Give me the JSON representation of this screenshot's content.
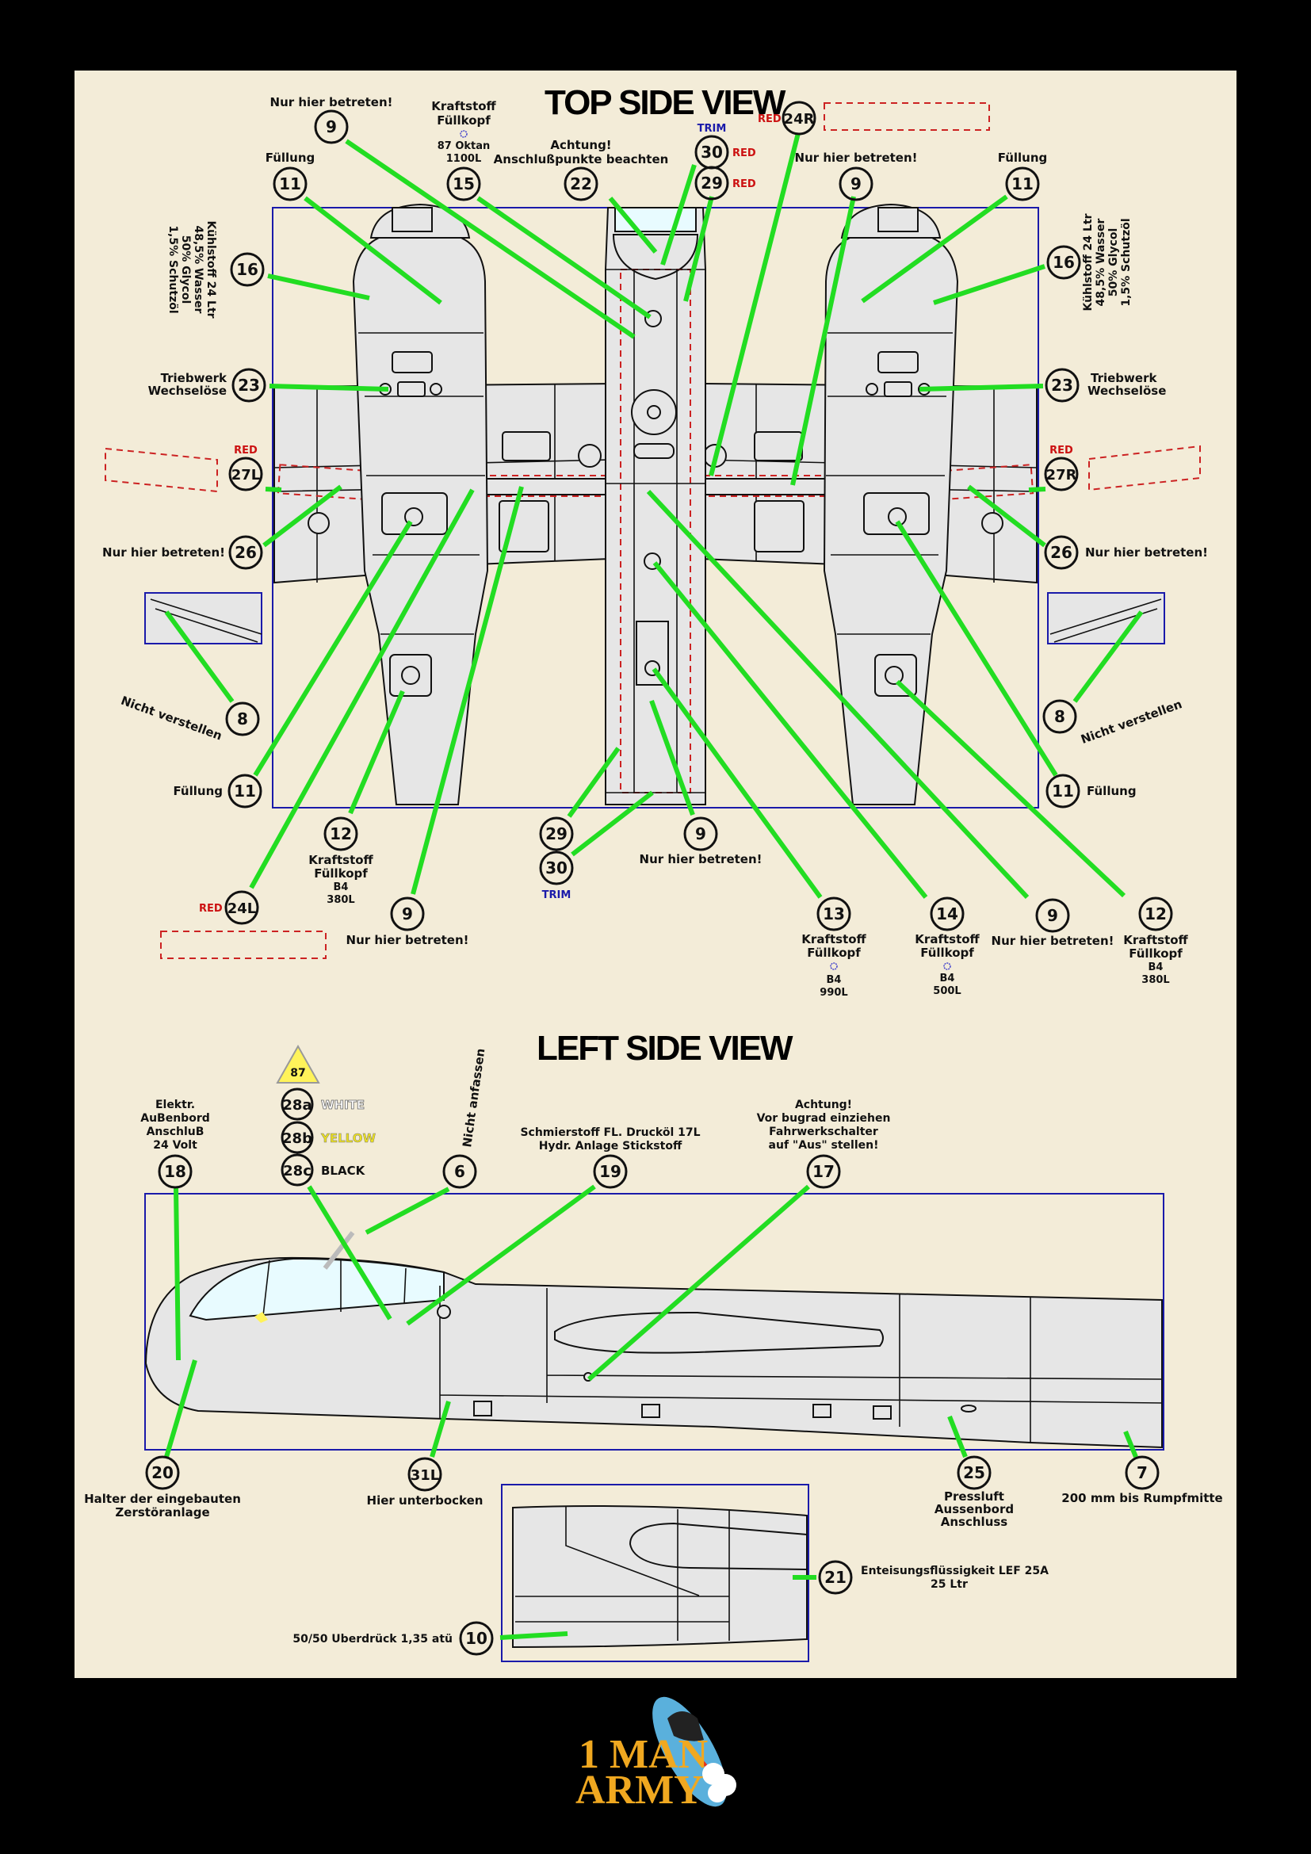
{
  "titles": {
    "top": "TOP SIDE VIEW",
    "left": "LEFT SIDE VIEW"
  },
  "colors": {
    "background": "#000000",
    "sheet": "#f3ecd8",
    "leader": "#22dd22",
    "frame": "#1a1aaa",
    "red_marker": "#cc1111",
    "trim": "#1a1aaa",
    "panel": "#e6e6e6"
  },
  "top_view": {
    "callouts": [
      {
        "num": "9",
        "text": [
          "Nur hier betreten!"
        ]
      },
      {
        "num": "15",
        "text": [
          "Kraftstoff",
          "Füllkopf",
          "87 Oktan",
          "1100L"
        ]
      },
      {
        "num": "11",
        "text": [
          "Füllung"
        ]
      },
      {
        "num": "22",
        "text": [
          "Achtung!",
          "Anschlußpunkte beachten"
        ]
      },
      {
        "num": "30",
        "tag": "RED",
        "subtag": "TRIM"
      },
      {
        "num": "29",
        "tag": "RED"
      },
      {
        "num": "24R",
        "tag": "RED"
      },
      {
        "num": "9",
        "text": [
          "Nur hier betreten!"
        ]
      },
      {
        "num": "11",
        "text": [
          "Füllung"
        ]
      },
      {
        "num": "16",
        "text": [
          "Kühlstoff 24 Ltr",
          "48,5% Wasser",
          "50% Glycol",
          "1,5% Schutzöl"
        ]
      },
      {
        "num": "16",
        "text": [
          "Kühlstoff 24 Ltr",
          "48,5% Wasser",
          "50% Glycol",
          "1,5% Schutzöl"
        ]
      },
      {
        "num": "23",
        "text": [
          "Triebwerk",
          "Wechselöse"
        ]
      },
      {
        "num": "23",
        "text": [
          "Triebwerk",
          "Wechselöse"
        ]
      },
      {
        "num": "27L",
        "tag": "RED"
      },
      {
        "num": "27R",
        "tag": "RED"
      },
      {
        "num": "26",
        "text": [
          "Nur hier betreten!"
        ]
      },
      {
        "num": "26",
        "text": [
          "Nur hier betreten!"
        ]
      },
      {
        "num": "8",
        "text": [
          "Nicht verstellen"
        ]
      },
      {
        "num": "8",
        "text": [
          "Nicht verstellen"
        ]
      },
      {
        "num": "11",
        "text": [
          "Füllung"
        ]
      },
      {
        "num": "11",
        "text": [
          "Füllung"
        ]
      },
      {
        "num": "12",
        "text": [
          "Kraftstoff",
          "Füllkopf",
          "B4",
          "380L"
        ]
      },
      {
        "num": "24L",
        "tag": "RED"
      },
      {
        "num": "9",
        "text": [
          "Nur hier betreten!"
        ]
      },
      {
        "num": "29"
      },
      {
        "num": "30",
        "subtag": "TRIM"
      },
      {
        "num": "9",
        "text": [
          "Nur hier betreten!"
        ]
      },
      {
        "num": "13",
        "text": [
          "Kraftstoff",
          "Füllkopf",
          "B4",
          "990L"
        ]
      },
      {
        "num": "14",
        "text": [
          "Kraftstoff",
          "Füllkopf",
          "B4",
          "500L"
        ]
      },
      {
        "num": "9",
        "text": [
          "Nur hier betreten!"
        ]
      },
      {
        "num": "12",
        "text": [
          "Kraftstoff",
          "Füllkopf",
          "B4",
          "380L"
        ]
      }
    ],
    "stencils": [
      "Nur hier betreten!",
      "Achtung! Anschlußpunkte beachten",
      "Füllung"
    ]
  },
  "left_view": {
    "fuel_triangle": "87",
    "legend": [
      {
        "num": "28a",
        "color_name": "WHITE"
      },
      {
        "num": "28b",
        "color_name": "YELLOW"
      },
      {
        "num": "28c",
        "color_name": "BLACK"
      }
    ],
    "callouts": [
      {
        "num": "18",
        "text": [
          "Elektr.",
          "AuBenbord",
          "AnschluB",
          "24 Volt"
        ]
      },
      {
        "num": "6",
        "text": [
          "Nicht anfassen"
        ]
      },
      {
        "num": "19",
        "text": [
          "Schmierstoff FL. Drucköl 17L",
          "Hydr. Anlage Stickstoff"
        ]
      },
      {
        "num": "17",
        "text": [
          "Achtung!",
          "Vor bugrad einziehen",
          "Fahrwerkschalter",
          "auf \"Aus\" stellen!"
        ]
      },
      {
        "num": "20",
        "text": [
          "Halter der eingebauten",
          "Zerstöranlage"
        ]
      },
      {
        "num": "31L",
        "text": [
          "Hier unterbocken"
        ]
      },
      {
        "num": "25",
        "text": [
          "Pressluft",
          "Aussenbord",
          "Anschluss"
        ]
      },
      {
        "num": "7",
        "text": [
          "200 mm bis Rumpfmitte"
        ]
      },
      {
        "num": "21",
        "text": [
          "Enteisungsflüssigkeit LEF 25A",
          "25 Ltr"
        ]
      },
      {
        "num": "10",
        "text": [
          "50/50 Uberdrück 1,35 atü"
        ]
      }
    ]
  },
  "logo": {
    "line1": "1 MAN",
    "line2": "ARMY"
  }
}
